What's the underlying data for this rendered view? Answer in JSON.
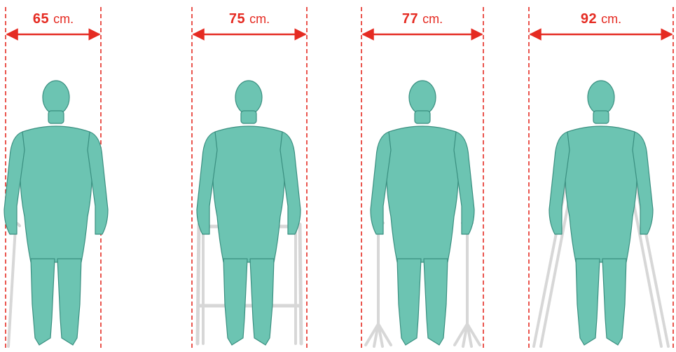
{
  "colors": {
    "accent": "#e52b22",
    "figure_fill": "#6cc4b2",
    "figure_stroke": "#3a8f80",
    "aid": "#d7d7d7"
  },
  "panels": [
    {
      "value": "65",
      "unit": "cm.",
      "aid": "cane"
    },
    {
      "value": "75",
      "unit": "cm.",
      "aid": "walker"
    },
    {
      "value": "77",
      "unit": "cm.",
      "aid": "quad-canes"
    },
    {
      "value": "92",
      "unit": "cm.",
      "aid": "crutches"
    }
  ]
}
